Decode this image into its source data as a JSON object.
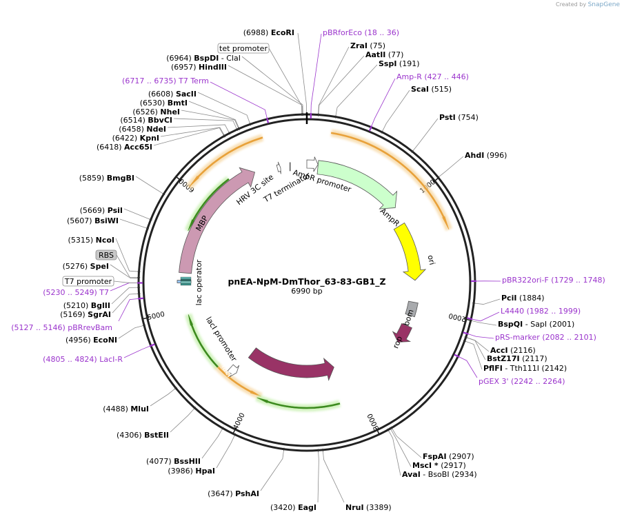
{
  "credit": {
    "prefix": "Created by",
    "brand": "SnapGene"
  },
  "plasmid": {
    "name": "pnEA-NpM-DmThor_63-83-GB1_Z",
    "length": 6990,
    "length_label": "6990 bp"
  },
  "ticks": [
    {
      "label": "1000",
      "pos": 1000
    },
    {
      "label": "2000",
      "pos": 2000
    },
    {
      "label": "3000",
      "pos": 3000
    },
    {
      "label": "4000",
      "pos": 4000
    },
    {
      "label": "5000",
      "pos": 5000
    },
    {
      "label": "6000",
      "pos": 6000
    }
  ],
  "features": [
    {
      "name": "AmpR promoter",
      "start": 6990,
      "end": 105,
      "strand": 1,
      "color": "#ffffff",
      "kind": "promoter"
    },
    {
      "name": "AmpR",
      "start": 106,
      "end": 966,
      "strand": 1,
      "color": "#ccffcc",
      "kind": "cds"
    },
    {
      "name": "ori",
      "start": 1137,
      "end": 1725,
      "strand": 1,
      "color": "#ffff00",
      "kind": "origin"
    },
    {
      "name": "bom",
      "start": 1950,
      "end": 2090,
      "strand": 0,
      "color": "#a8aaad",
      "kind": "misc"
    },
    {
      "name": "rop",
      "start": 2200,
      "end": 2392,
      "strand": 1,
      "color": "#993366",
      "kind": "cds"
    },
    {
      "name": "lacI",
      "start": 3150,
      "end": 4230,
      "strand": -1,
      "color": "#993366",
      "kind": "cds"
    },
    {
      "name": "lacI promoter",
      "start": 4231,
      "end": 4308,
      "strand": -1,
      "color": "#ffffff",
      "kind": "promoter"
    },
    {
      "name": "lac operator",
      "start": 5240,
      "end": 5262,
      "strand": 0,
      "color": "#99ccff",
      "kind": "misc"
    },
    {
      "name": "MBP",
      "start": 5330,
      "end": 6500,
      "strand": 1,
      "color": "#cc99b2",
      "kind": "cds"
    },
    {
      "name": "HRV 3C site",
      "start": 6710,
      "end": 6740,
      "strand": 1,
      "color": "#ffffff",
      "kind": "site"
    },
    {
      "name": "T7 terminator",
      "start": 6808,
      "end": 6855,
      "strand": 0,
      "color": "#ffffff",
      "kind": "terminator"
    }
  ],
  "primer_arrows": [
    {
      "start": 180,
      "end": 1350,
      "strand": 1,
      "color": "#e8a13a"
    },
    {
      "start": 6000,
      "end": 6660,
      "strand": -1,
      "color": "#e8a13a"
    },
    {
      "start": 3920,
      "end": 4420,
      "strand": -1,
      "color": "#e8a13a"
    },
    {
      "start": 5700,
      "end": 6270,
      "strand": -1,
      "color": "#3c8a1e"
    },
    {
      "start": 4400,
      "end": 4950,
      "strand": 1,
      "color": "#3c8a1e"
    },
    {
      "start": 3200,
      "end": 3950,
      "strand": 1,
      "color": "#3c8a1e"
    }
  ],
  "enzymes": [
    {
      "pos": 6988,
      "name": "EcoRI",
      "label_pos": "(6988)"
    },
    {
      "pos": 75,
      "name": "ZraI",
      "label_pos": "(75)"
    },
    {
      "pos": 77,
      "name": "AatII",
      "label_pos": "(77)"
    },
    {
      "pos": 191,
      "name": "SspI",
      "label_pos": "(191)"
    },
    {
      "pos": 515,
      "name": "ScaI",
      "label_pos": "(515)"
    },
    {
      "pos": 754,
      "name": "PstI",
      "label_pos": "(754)"
    },
    {
      "pos": 996,
      "name": "AhdI",
      "label_pos": "(996)"
    },
    {
      "pos": 1884,
      "name": "PciI",
      "label_pos": "(1884)"
    },
    {
      "pos": 2001,
      "name": "BspQI",
      "extra": "- SapI",
      "label_pos": "(2001)"
    },
    {
      "pos": 2116,
      "name": "AccI",
      "label_pos": "(2116)"
    },
    {
      "pos": 2117,
      "name": "BstZ17I",
      "label_pos": "(2117)"
    },
    {
      "pos": 2142,
      "name": "PflFI",
      "extra": "- Tth111I",
      "label_pos": "(2142)"
    },
    {
      "pos": 2907,
      "name": "FspAI",
      "label_pos": "(2907)"
    },
    {
      "pos": 2917,
      "name": "MscI *",
      "label_pos": "(2917)"
    },
    {
      "pos": 2934,
      "name": "AvaI",
      "extra": "- BsoBI",
      "label_pos": "(2934)"
    },
    {
      "pos": 3389,
      "name": "NruI",
      "label_pos": "(3389)"
    },
    {
      "pos": 3420,
      "name": "EagI",
      "label_pos": "(3420)"
    },
    {
      "pos": 3647,
      "name": "PshAI",
      "label_pos": "(3647)"
    },
    {
      "pos": 3986,
      "name": "HpaI",
      "label_pos": "(3986)"
    },
    {
      "pos": 4077,
      "name": "BssHII",
      "label_pos": "(4077)"
    },
    {
      "pos": 4306,
      "name": "BstEII",
      "label_pos": "(4306)"
    },
    {
      "pos": 4488,
      "name": "MluI",
      "label_pos": "(4488)"
    },
    {
      "pos": 4956,
      "name": "EcoNI",
      "label_pos": "(4956)"
    },
    {
      "pos": 5169,
      "name": "SgrAI",
      "label_pos": "(5169)"
    },
    {
      "pos": 5210,
      "name": "BglII",
      "label_pos": "(5210)"
    },
    {
      "pos": 5276,
      "name": "SpeI",
      "label_pos": "(5276)"
    },
    {
      "pos": 5315,
      "name": "NcoI",
      "label_pos": "(5315)"
    },
    {
      "pos": 5607,
      "name": "BsiWI",
      "label_pos": "(5607)"
    },
    {
      "pos": 5669,
      "name": "PsiI",
      "label_pos": "(5669)"
    },
    {
      "pos": 5859,
      "name": "BmgBI",
      "label_pos": "(5859)"
    },
    {
      "pos": 6418,
      "name": "Acc65I",
      "label_pos": "(6418)"
    },
    {
      "pos": 6422,
      "name": "KpnI",
      "label_pos": "(6422)"
    },
    {
      "pos": 6458,
      "name": "NdeI",
      "label_pos": "(6458)"
    },
    {
      "pos": 6514,
      "name": "BbvCI",
      "label_pos": "(6514)"
    },
    {
      "pos": 6526,
      "name": "NheI",
      "label_pos": "(6526)"
    },
    {
      "pos": 6530,
      "name": "BmtI",
      "label_pos": "(6530)"
    },
    {
      "pos": 6608,
      "name": "SacII",
      "label_pos": "(6608)"
    },
    {
      "pos": 6957,
      "name": "HindIII",
      "label_pos": "(6957)"
    },
    {
      "pos": 6964,
      "name": "BspDI",
      "extra": "- ClaI",
      "label_pos": "(6964)"
    }
  ],
  "primers": [
    {
      "pos": 27,
      "name": "pBRforEco",
      "range": "(18 .. 36)"
    },
    {
      "pos": 436,
      "name": "Amp-R",
      "range": "(427 .. 446)"
    },
    {
      "pos": 1738,
      "name": "pBR322ori-F",
      "range": "(1729 .. 1748)"
    },
    {
      "pos": 1990,
      "name": "L4440",
      "range": "(1982 .. 1999)"
    },
    {
      "pos": 2091,
      "name": "pRS-marker",
      "range": "(2082 .. 2101)"
    },
    {
      "pos": 2253,
      "name": "pGEX 3'",
      "range": "(2242 .. 2264)"
    },
    {
      "pos": 4814,
      "name": "LacI-R",
      "range": "(4805 .. 4824)"
    },
    {
      "pos": 5136,
      "name": "pBRrevBam",
      "range": "(5127 .. 5146)"
    },
    {
      "pos": 5240,
      "name": "T7",
      "range": "(5230 .. 5249)"
    },
    {
      "pos": 6726,
      "name": "T7 Term",
      "range": "(6717 .. 6735)"
    }
  ],
  "boxed_labels": [
    {
      "name": "tet promoter",
      "style": "white"
    },
    {
      "name": "RBS",
      "style": "gray"
    },
    {
      "name": "T7 promoter",
      "style": "white"
    }
  ]
}
